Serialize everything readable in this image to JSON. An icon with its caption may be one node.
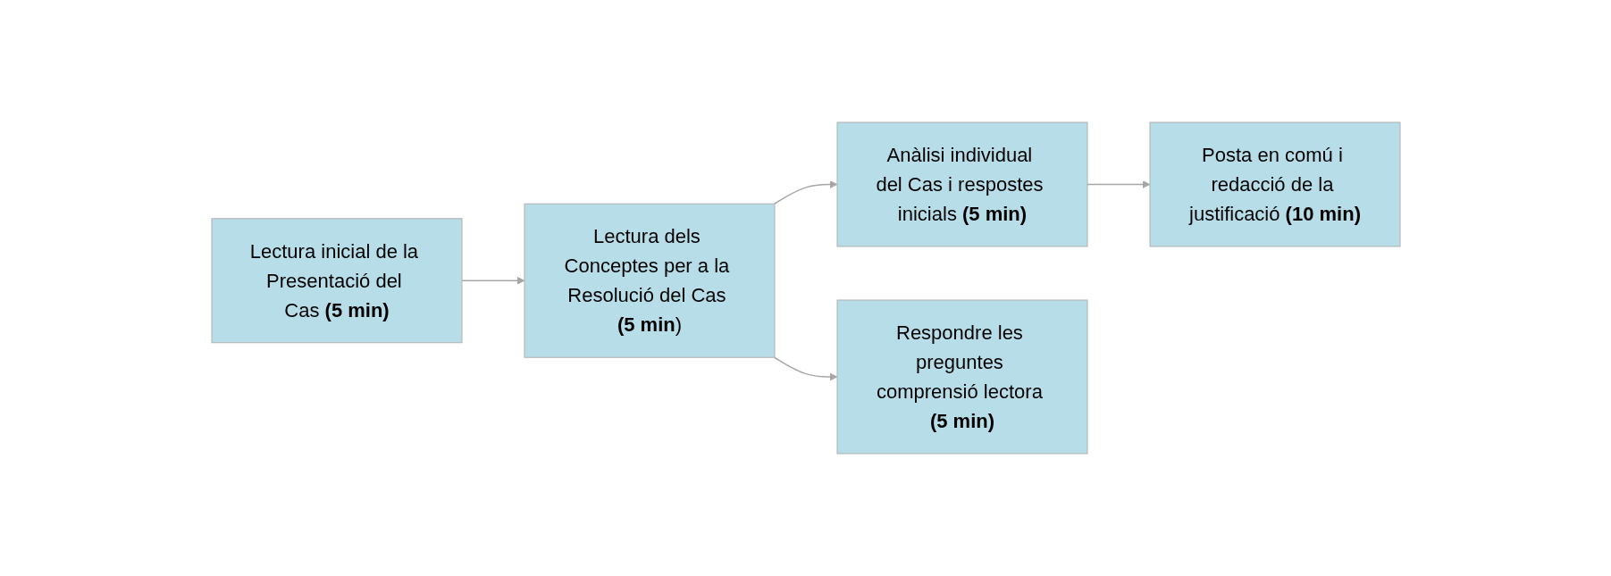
{
  "diagram": {
    "nodes": [
      {
        "text": [
          "Lectura inicial de la Presentació del Cas **(5 min)**"
        ]
      },
      {
        "text": [
          "Lectura dels Conceptes per a la Resolució del Cas **(5 min**)"
        ]
      },
      {
        "text": [
          "Anàlisi individual del Cas i respostes inicials **(5 min)**"
        ]
      },
      {
        "text": [
          "Posta en comú i redacció de la justificació **(10 min)**"
        ]
      },
      {
        "text": [
          "Respondre les preguntes comprensió lectora **(5 min)**"
        ]
      }
    ],
    "edges": [
      {
        "from": 0,
        "to": 1,
        "arrow": "to"
      },
      {
        "from": 1,
        "to": 2,
        "arrow": "to"
      },
      {
        "from": 2,
        "to": 3,
        "arrow": "to"
      },
      {
        "from": 1,
        "to": 4,
        "arrow": "to"
      }
    ]
  }
}
